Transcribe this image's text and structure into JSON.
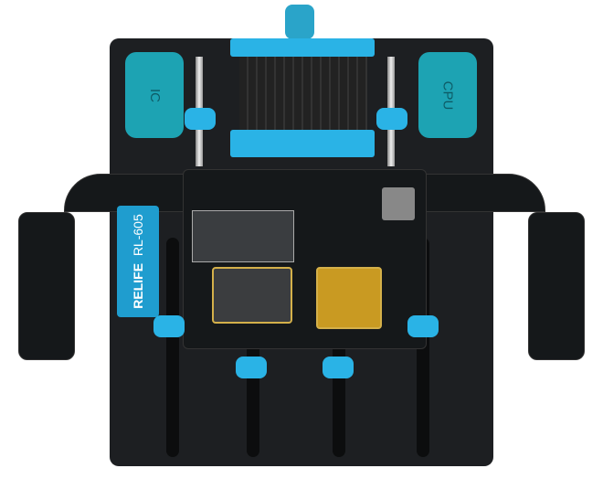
{
  "photo": {
    "pad_left": "IC",
    "pad_right": "CPU",
    "brand": "RELIFE",
    "model": "RL-605"
  }
}
